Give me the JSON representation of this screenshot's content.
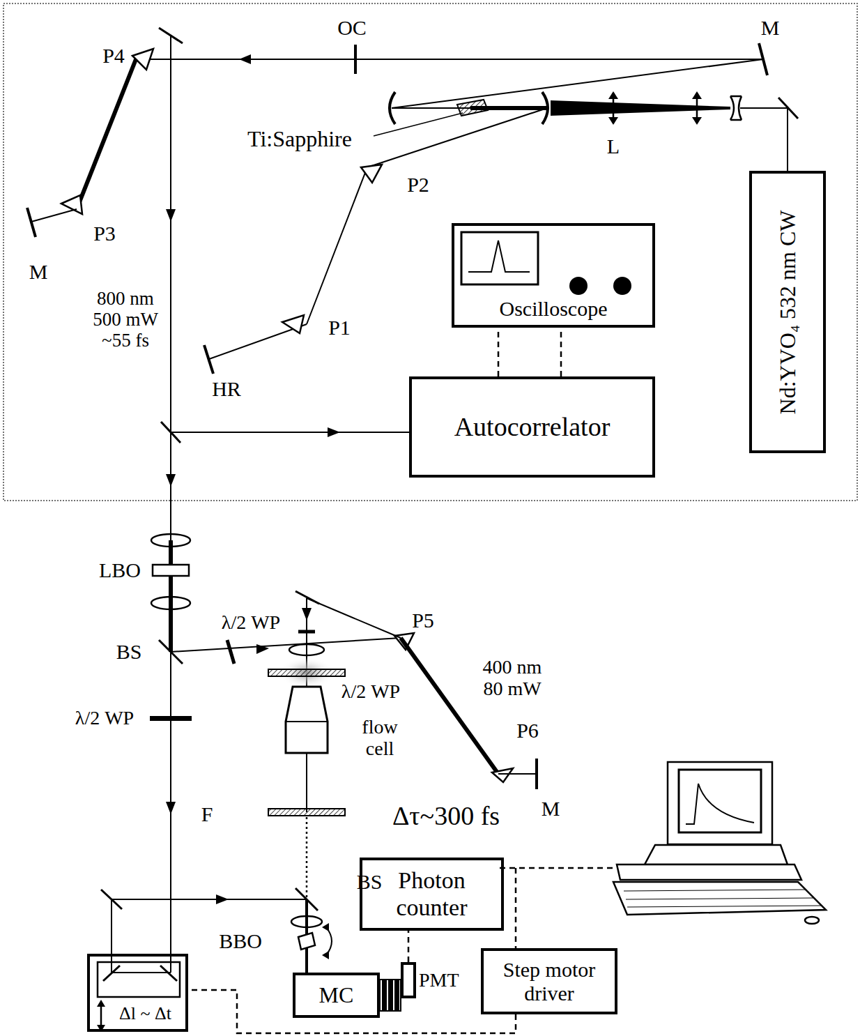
{
  "diagram": {
    "nodes": [
      {
        "text": [
          "Oscilloscope"
        ]
      },
      {
        "text": [
          "Autocorrelator"
        ]
      },
      {
        "text": [
          "Nd:YVO₄ 532 nm CW"
        ]
      },
      {
        "text": [
          "Photon counter"
        ]
      },
      {
        "text": [
          "Step motor driver"
        ]
      },
      {
        "text": [
          "Δl ~ Δt"
        ]
      },
      {
        "text": [
          "MC"
        ]
      },
      {
        "text": [
          "PMT"
        ]
      }
    ],
    "edges": [
      {
        "from": 1,
        "to": 0,
        "arrow": "none"
      },
      {
        "from": 1,
        "to": 0,
        "arrow": "none"
      },
      {
        "from": 7,
        "to": 3,
        "arrow": "none"
      },
      {
        "from": 4,
        "to": 5,
        "arrow": "none"
      }
    ],
    "labels": [
      "OC",
      "M",
      "P4",
      "P3",
      "M",
      "Ti:Sapphire",
      "L",
      "P2",
      "P1",
      "HR",
      "800 nm 500 mW ~55 fs",
      "LBO",
      "BS",
      "λ/2 WP",
      "P5",
      "400 nm 80 mW",
      "λ/2 WP",
      "flow cell",
      "P6",
      "M",
      "λ/2 WP",
      "F",
      "Δτ~300 fs",
      "BS",
      "BBO"
    ]
  }
}
